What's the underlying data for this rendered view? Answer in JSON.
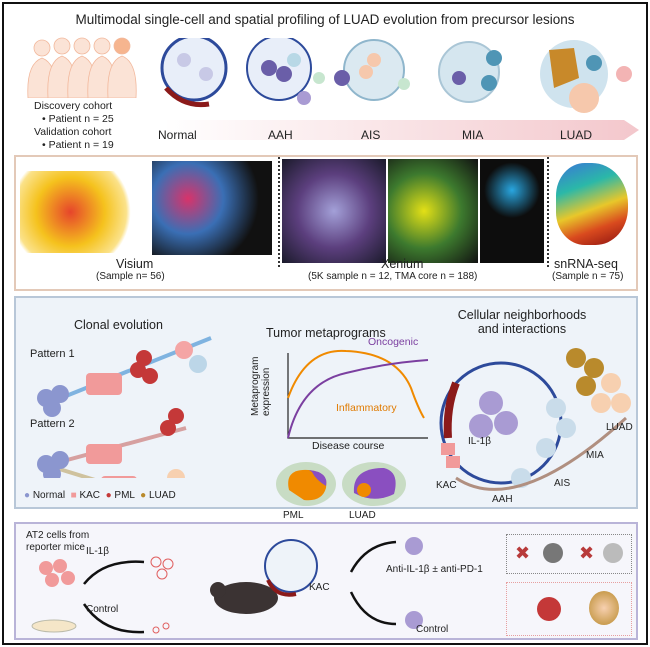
{
  "title": "Multimodal single-cell and spatial profiling of LUAD evolution from precursor lesions",
  "cohorts": {
    "discovery_label": "Discovery cohort",
    "discovery_n": "Patient n = 25",
    "validation_label": "Validation cohort",
    "validation_n": "Patient n = 19"
  },
  "stages": [
    "Normal",
    "AAH",
    "AIS",
    "MIA",
    "LUAD"
  ],
  "platforms": {
    "visium": {
      "label": "Visium",
      "sample": "(Sample n= 56)"
    },
    "xenium": {
      "label": "Xenium",
      "sample": "(5K sample n = 12, TMA core n = 188)"
    },
    "snrna": {
      "label": "snRNA-seq",
      "sample": "(Sample n = 75)"
    }
  },
  "clonal": {
    "title": "Clonal evolution",
    "pattern1": "Pattern 1",
    "pattern2": "Pattern 2",
    "legend": [
      "Normal",
      "KAC",
      "PML",
      "LUAD"
    ]
  },
  "metaprograms": {
    "title": "Tumor metaprograms",
    "ylabel_1": "Metaprogram",
    "ylabel_2": "expression",
    "xlabel": "Disease course",
    "oncogenic": "Oncogenic",
    "inflammatory": "Inflammatory",
    "blob_pml": "PML",
    "blob_luad": "LUAD",
    "colors": {
      "oncogenic": "#7b3fa0",
      "inflammatory": "#f08a00"
    }
  },
  "neighborhoods": {
    "title_1": "Cellular neighborhoods",
    "title_2": "and interactions",
    "il1b": "IL-1β",
    "kac": "KAC",
    "arc_labels": [
      "AAH",
      "AIS",
      "MIA",
      "LUAD"
    ]
  },
  "mouse": {
    "at2_1": "AT2 cells from",
    "at2_2": "reporter mice",
    "il1b": "IL-1β",
    "control": "Control",
    "kac": "KAC",
    "treatment": "Anti-IL-1β ± anti-PD-1",
    "control2": "Control"
  }
}
